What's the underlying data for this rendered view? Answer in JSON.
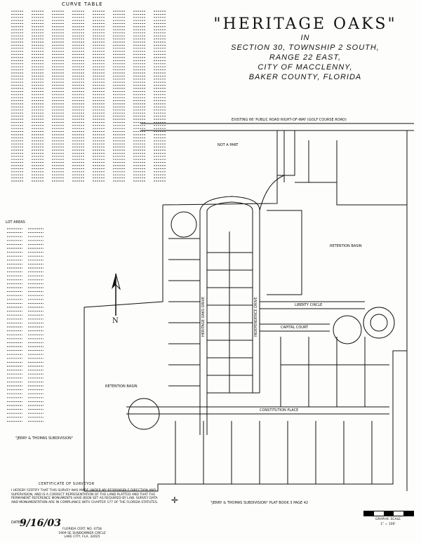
{
  "title": {
    "main": "\"HERITAGE OAKS\"",
    "line1": "IN",
    "line2": "SECTION 30, TOWNSHIP 2 SOUTH,",
    "line3": "RANGE 22 EAST,",
    "line4": "CITY OF MACCLENNY,",
    "line5": "BAKER COUNTY, FLORIDA"
  },
  "curve_table": {
    "title": "CURVE TABLE"
  },
  "lot_table": {
    "title": "LOT AREAS"
  },
  "north": {
    "letter": "N"
  },
  "road_labels": {
    "top_road": "EXISTING 66' PUBLIC ROAD RIGHT-OF-WAY  (GOLF COURSE ROAD)",
    "constitution": "CONSTITUTION PLACE",
    "capital_court": "CAPITAL COURT",
    "liberty_circle": "LIBERTY CIRCLE",
    "heritage_oaks_drive": "HERITAGE OAKS DRIVE",
    "independence_drive": "INDEPENDENCE DRIVE",
    "retention_basin_1": "RETENTION BASIN",
    "retention_basin_2": "RETENTION BASIN",
    "not_a_part": "NOT A PART",
    "gordy_sub_left": "\"JERRY & THOMAS SUBDIVISION\"",
    "gordy_sub_bottom": "\"JERRY & THOMAS SUBDIVISION\" PLAT BOOK 3 PAGE 42"
  },
  "certificate": {
    "title": "CERTIFICATE OF SURVEYOR",
    "text": "I HEREBY CERTIFY THAT THIS SURVEY WAS MADE UNDER MY RESPONSIBLE DIRECTION AND SUPERVISION, AND IS A CORRECT REPRESENTATION OF THE LAND PLATTED AND THAT THE PERMANENT REFERENCE MONUMENTS HAVE BEEN SET AS REQUIRED BY LAW, SURVEY DATA AND MONUMENTATION ARE IN COMPLIANCE WITH CHAPTER 177 OF THE FLORIDA STATUTES.",
    "dated_label": "DATED",
    "signature": "9/16/03",
    "surveyor_lines": "FLORIDA CERT. NO. 4758\n1909 SE SUNDOWNER CIRCLE\nLAKE CITY, FLA. 32025"
  },
  "scale": {
    "label": "GRAPHIC SCALE",
    "value": "1\" = 100'"
  },
  "colors": {
    "ink": "#111111",
    "paper": "#fdfdfb"
  }
}
